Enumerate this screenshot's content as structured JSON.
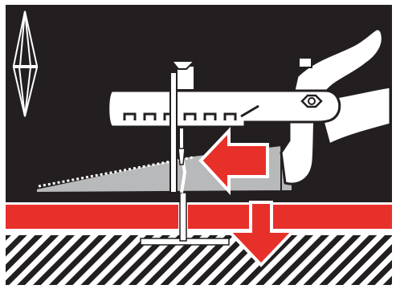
{
  "colors": {
    "frame": "#ffffff",
    "background": "#231f20",
    "red": "#e8302a",
    "white": "#ffffff",
    "grey": "#b8b9bb",
    "hatch": "#231f20"
  },
  "elements": {
    "mark": "double-triangle-orientation-icon",
    "tool": "clamp-tool-with-hex-bolt",
    "wedge": "serrated-leveling-wedge",
    "push_arrow": "red-left-arrow",
    "down_arrow": "red-down-arrow",
    "layer": "red-tile-layer",
    "base": "hatched-substrate"
  }
}
